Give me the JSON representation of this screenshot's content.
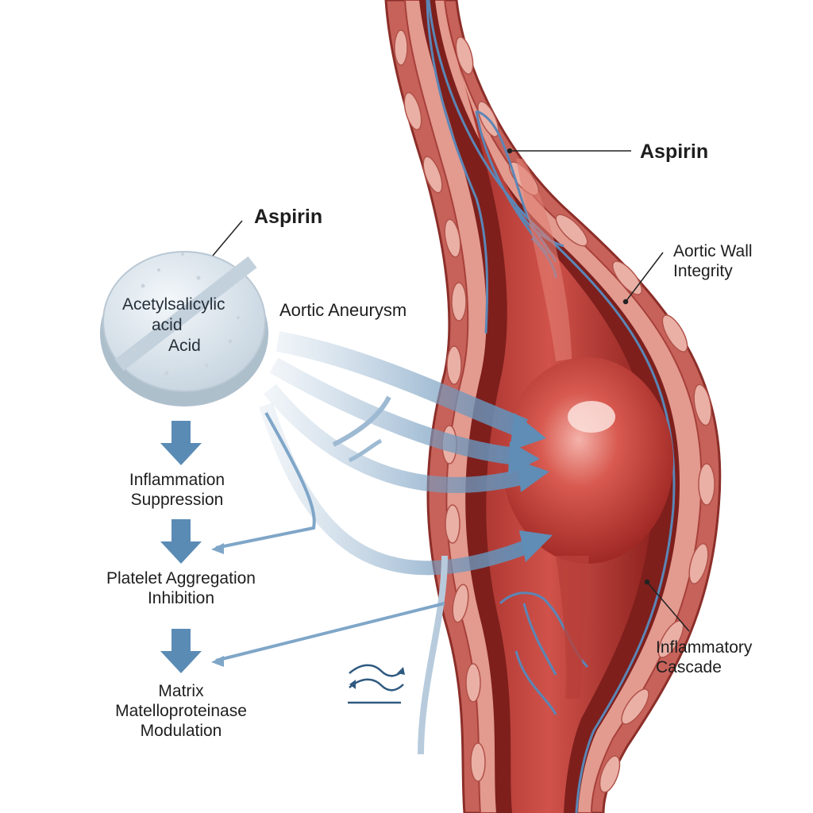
{
  "labels": {
    "aspirin_top": "Aspirin",
    "aspirin_pill": "Aspirin",
    "aortic_aneurysm": "Aortic Aneurysm",
    "aortic_wall_line1": "Aortic Wall",
    "aortic_wall_line2": "Integrity",
    "inflammatory_line1": "Inflammatory",
    "inflammatory_line2": "Cascade"
  },
  "pill": {
    "line1": "Acetylsalicylic",
    "line2": "acid",
    "line3": "Acid"
  },
  "steps": [
    {
      "line1": "Inflammation",
      "line2": "Suppression"
    },
    {
      "line1": "Platelet Aggregation",
      "line2": "Inhibition"
    },
    {
      "line1": "Matrix",
      "line2": "Matelloproteinase",
      "line3": "Modulation"
    }
  ],
  "colors": {
    "arrow_blue": "#5a8bb5",
    "flow_blue": "#7fa6c8",
    "vessel_wall": "#b94a44",
    "vessel_dark": "#7e1f1c",
    "lumen": "#c9413a",
    "vein_blue": "#5b86b6",
    "pill_face": "#e4ecf2"
  },
  "icons": [
    "flow-wave-icon",
    "down-arrow-icon"
  ]
}
